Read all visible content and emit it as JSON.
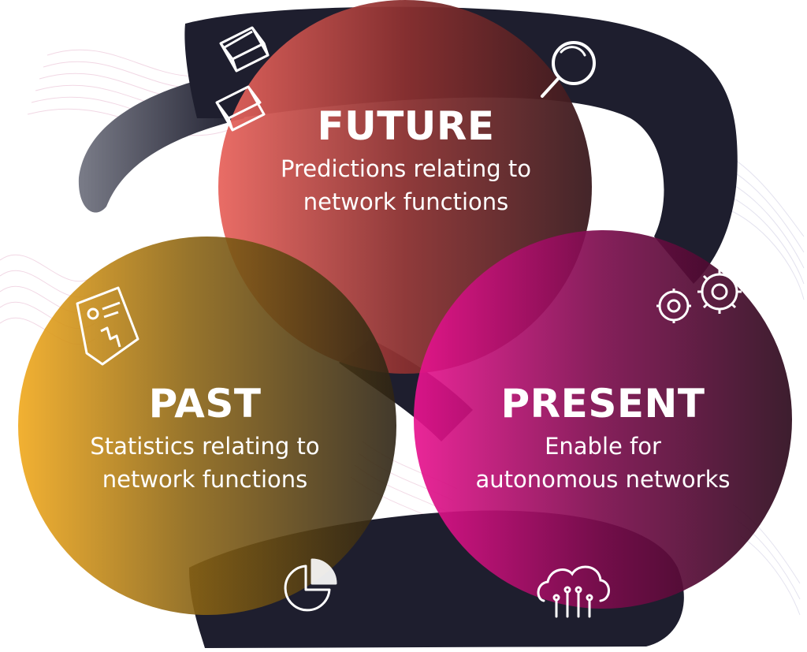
{
  "circles": {
    "future": {
      "title": "FUTURE",
      "line1": "Predictions relating to",
      "line2": "network functions",
      "color_light": "#E8655E",
      "color_dark": "#3A1A1E"
    },
    "past": {
      "title": "PAST",
      "line1": "Statistics relating to",
      "line2": "network functions",
      "color_light": "#F0A81C",
      "color_dark": "#2E2414"
    },
    "present": {
      "title": "PRESENT",
      "line1": "Enable for",
      "line2": "autonomous networks",
      "color_light": "#E8138F",
      "color_dark": "#2C0A1C"
    }
  },
  "icons": [
    "cube-icon",
    "cube-icon",
    "magnifier-icon",
    "document-chart-icon",
    "gears-icon",
    "pie-chart-icon",
    "cloud-network-icon"
  ],
  "background": {
    "ribbon_color": "#1E1E2E",
    "ribbon_faded_color": "#7A7C88",
    "wave_color": "#E7B8CF"
  }
}
